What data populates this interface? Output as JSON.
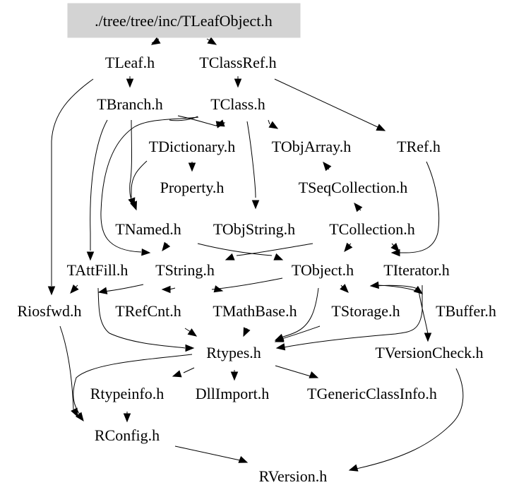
{
  "graph": {
    "title": "Include dependency graph for ./tree/tree/inc/TLeafObject.h",
    "root": "./tree/tree/inc/TLeafObject.h",
    "root_fill": "#d3d3d3",
    "nodes": [
      {
        "id": "root",
        "label": "./tree/tree/inc/TLeafObject.h"
      },
      {
        "id": "TLeaf",
        "label": "TLeaf.h"
      },
      {
        "id": "TClassRef",
        "label": "TClassRef.h"
      },
      {
        "id": "TBranch",
        "label": "TBranch.h"
      },
      {
        "id": "TClass",
        "label": "TClass.h"
      },
      {
        "id": "TDictionary",
        "label": "TDictionary.h"
      },
      {
        "id": "TObjArray",
        "label": "TObjArray.h"
      },
      {
        "id": "TRef",
        "label": "TRef.h"
      },
      {
        "id": "Property",
        "label": "Property.h"
      },
      {
        "id": "TSeqCollection",
        "label": "TSeqCollection.h"
      },
      {
        "id": "TNamed",
        "label": "TNamed.h"
      },
      {
        "id": "TObjString",
        "label": "TObjString.h"
      },
      {
        "id": "TCollection",
        "label": "TCollection.h"
      },
      {
        "id": "TAttFill",
        "label": "TAttFill.h"
      },
      {
        "id": "TString",
        "label": "TString.h"
      },
      {
        "id": "TObject",
        "label": "TObject.h"
      },
      {
        "id": "TIterator",
        "label": "TIterator.h"
      },
      {
        "id": "Riosfwd",
        "label": "Riosfwd.h"
      },
      {
        "id": "TRefCnt",
        "label": "TRefCnt.h"
      },
      {
        "id": "TMathBase",
        "label": "TMathBase.h"
      },
      {
        "id": "TStorage",
        "label": "TStorage.h"
      },
      {
        "id": "TBuffer",
        "label": "TBuffer.h"
      },
      {
        "id": "Rtypes",
        "label": "Rtypes.h"
      },
      {
        "id": "TVersionCheck",
        "label": "TVersionCheck.h"
      },
      {
        "id": "Rtypeinfo",
        "label": "Rtypeinfo.h"
      },
      {
        "id": "DllImport",
        "label": "DllImport.h"
      },
      {
        "id": "TGenericClassInfo",
        "label": "TGenericClassInfo.h"
      },
      {
        "id": "RConfig",
        "label": "RConfig.h"
      },
      {
        "id": "RVersion",
        "label": "RVersion.h"
      }
    ],
    "edges": [
      {
        "from": "root",
        "to": "TLeaf"
      },
      {
        "from": "root",
        "to": "TClassRef"
      },
      {
        "from": "TLeaf",
        "to": "TBranch"
      },
      {
        "from": "TLeaf",
        "to": "Riosfwd"
      },
      {
        "from": "TClassRef",
        "to": "TClass"
      },
      {
        "from": "TClassRef",
        "to": "TRef"
      },
      {
        "from": "TBranch",
        "to": "TDictionary"
      },
      {
        "from": "TBranch",
        "to": "TNamed"
      },
      {
        "from": "TBranch",
        "to": "TAttFill"
      },
      {
        "from": "TClass",
        "to": "TDictionary"
      },
      {
        "from": "TClass",
        "to": "TObjArray"
      },
      {
        "from": "TClass",
        "to": "TObjString"
      },
      {
        "from": "TClass",
        "to": "TString"
      },
      {
        "from": "TDictionary",
        "to": "Property"
      },
      {
        "from": "TDictionary",
        "to": "TNamed"
      },
      {
        "from": "TObjArray",
        "to": "TSeqCollection"
      },
      {
        "from": "TRef",
        "to": "TObject"
      },
      {
        "from": "TSeqCollection",
        "to": "TCollection"
      },
      {
        "from": "TNamed",
        "to": "TString"
      },
      {
        "from": "TNamed",
        "to": "TObject"
      },
      {
        "from": "TObjString",
        "to": "TString"
      },
      {
        "from": "TCollection",
        "to": "TObject"
      },
      {
        "from": "TCollection",
        "to": "TIterator"
      },
      {
        "from": "TAttFill",
        "to": "Riosfwd"
      },
      {
        "from": "TAttFill",
        "to": "Rtypes"
      },
      {
        "from": "TString",
        "to": "TRefCnt"
      },
      {
        "from": "TString",
        "to": "TMathBase"
      },
      {
        "from": "TString",
        "to": "Riosfwd"
      },
      {
        "from": "TObject",
        "to": "TStorage"
      },
      {
        "from": "TObject",
        "to": "Rtypes"
      },
      {
        "from": "TObject",
        "to": "TBuffer"
      },
      {
        "from": "TObject",
        "to": "TVersionCheck"
      },
      {
        "from": "TIterator",
        "to": "TObject"
      },
      {
        "from": "TIterator",
        "to": "Rtypes"
      },
      {
        "from": "Riosfwd",
        "to": "RConfig"
      },
      {
        "from": "TRefCnt",
        "to": "Rtypes"
      },
      {
        "from": "TMathBase",
        "to": "Rtypes"
      },
      {
        "from": "TStorage",
        "to": "Rtypes"
      },
      {
        "from": "Rtypes",
        "to": "Rtypeinfo"
      },
      {
        "from": "Rtypes",
        "to": "DllImport"
      },
      {
        "from": "Rtypes",
        "to": "TGenericClassInfo"
      },
      {
        "from": "Rtypes",
        "to": "RConfig"
      },
      {
        "from": "Rtypeinfo",
        "to": "RConfig"
      },
      {
        "from": "RConfig",
        "to": "RVersion"
      },
      {
        "from": "TVersionCheck",
        "to": "RVersion"
      }
    ]
  }
}
